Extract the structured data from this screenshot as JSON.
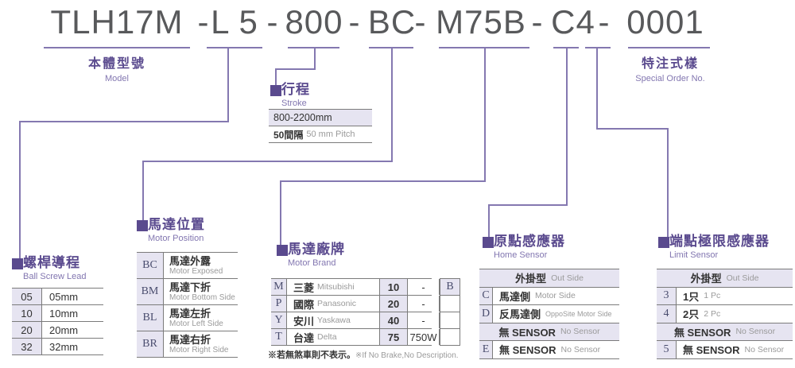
{
  "title": {
    "parts": [
      "TLH17M",
      "-",
      "L 5",
      "-",
      "800",
      "-",
      "BC",
      "-",
      "M75B",
      "-",
      "C4",
      "-",
      "0001"
    ]
  },
  "model_label": {
    "zh": "本體型號",
    "en": "Model"
  },
  "special_label": {
    "zh": "特注式樣",
    "en": "Special Order No."
  },
  "stroke": {
    "zh": "行程",
    "en": "Stroke",
    "range": "800-2200mm",
    "pitch_zh": "50間隔",
    "pitch_en": "50 mm Pitch"
  },
  "ball_screw_lead": {
    "zh": "螺桿導程",
    "en": "Ball Screw Lead",
    "rows": [
      {
        "code": "05",
        "value": "05mm"
      },
      {
        "code": "10",
        "value": "10mm"
      },
      {
        "code": "20",
        "value": "20mm"
      },
      {
        "code": "32",
        "value": "32mm"
      }
    ]
  },
  "motor_position": {
    "zh": "馬達位置",
    "en": "Motor Position",
    "rows": [
      {
        "code": "BC",
        "zh": "馬達外露",
        "en": "Motor Exposed"
      },
      {
        "code": "BM",
        "zh": "馬達下折",
        "en": "Motor Bottom Side"
      },
      {
        "code": "BL",
        "zh": "馬達左折",
        "en": "Motor Left Side"
      },
      {
        "code": "BR",
        "zh": "馬達右折",
        "en": "Motor Right Side"
      }
    ]
  },
  "motor_brand": {
    "zh": "馬達廠牌",
    "en": "Motor Brand",
    "rows": [
      {
        "code": "M",
        "zh": "三菱",
        "en": "Mitsubishi",
        "power": "10",
        "watt": "-"
      },
      {
        "code": "P",
        "zh": "國際",
        "en": "Panasonic",
        "power": "20",
        "watt": "-"
      },
      {
        "code": "Y",
        "zh": "安川",
        "en": "Yaskawa",
        "power": "40",
        "watt": "-"
      },
      {
        "code": "T",
        "zh": "台達",
        "en": "Delta",
        "power": "75",
        "watt": "750W"
      }
    ],
    "brake_code": "B",
    "note_zh": "※若無煞車則不表示。",
    "note_en": "※If No Brake,No Description."
  },
  "home_sensor": {
    "zh": "原點感應器",
    "en": "Home Sensor",
    "header_zh": "外掛型",
    "header_en": "Out Side",
    "rows": [
      {
        "code": "C",
        "zh": "馬達側",
        "en": "Motor Side"
      },
      {
        "code": "D",
        "zh": "反馬達側",
        "en": "OppoSite Motor Side"
      },
      {
        "code": "",
        "zh": "無 SENSOR",
        "en": "No Sensor"
      },
      {
        "code": "E",
        "zh": "無 SENSOR",
        "en": "No Sensor"
      }
    ]
  },
  "limit_sensor": {
    "zh": "端點極限感應器",
    "en": "Limit Sensor",
    "header_zh": "外掛型",
    "header_en": "Out Side",
    "rows": [
      {
        "code": "3",
        "zh": "1只",
        "en": "1 Pc"
      },
      {
        "code": "4",
        "zh": "2只",
        "en": "2 Pc"
      },
      {
        "code": "",
        "zh": "無 SENSOR",
        "en": "No Sensor"
      },
      {
        "code": "5",
        "zh": "無 SENSOR",
        "en": "No Sensor"
      }
    ]
  },
  "colors": {
    "purple_dark": "#5a4a8e",
    "purple_line": "#8478b0",
    "lavender": "#e6e4f1",
    "text_dark": "#333333",
    "text_gray": "#9a9a9a",
    "title_gray": "#58595b"
  }
}
